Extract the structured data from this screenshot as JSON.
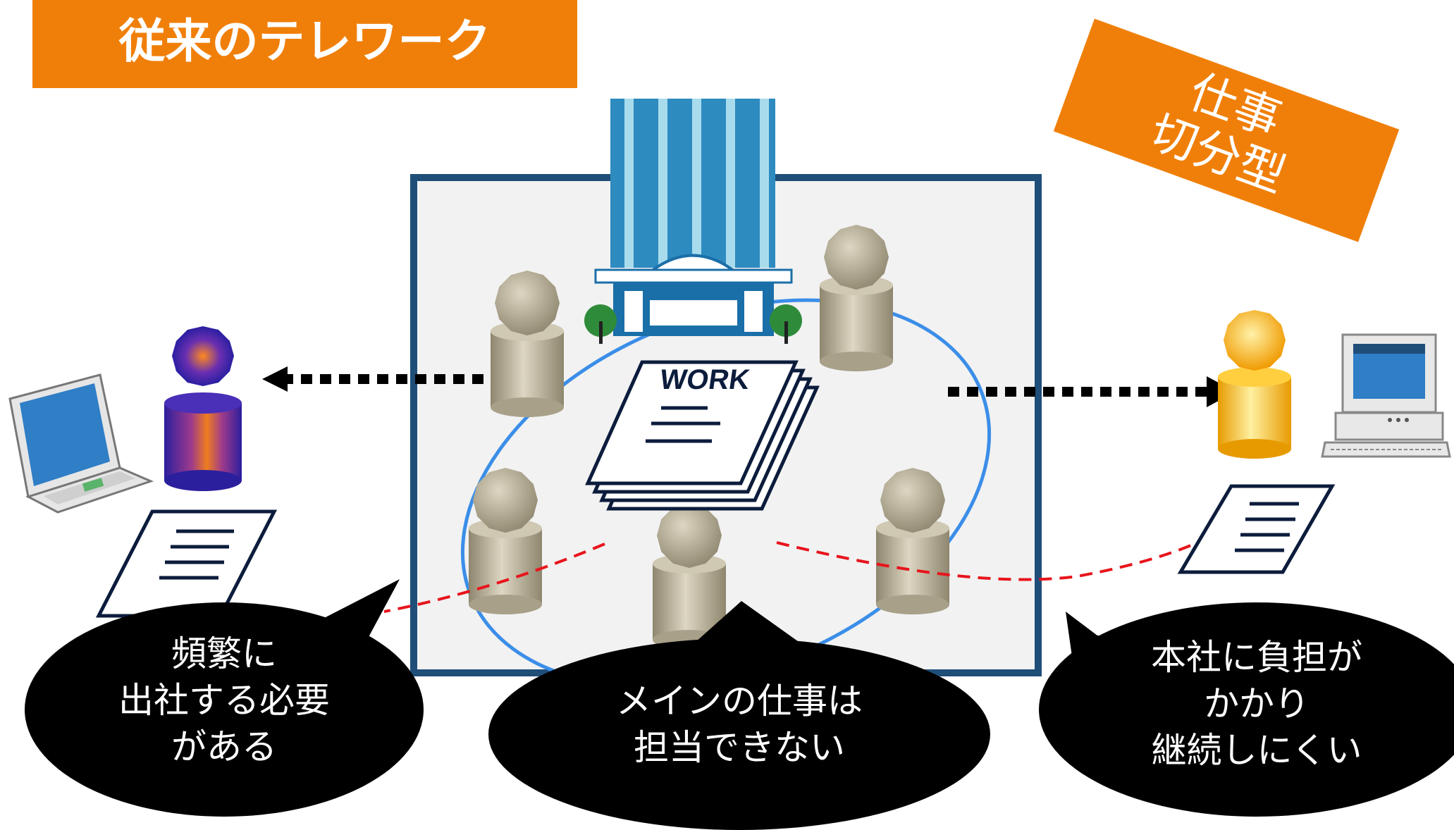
{
  "title": "従来のテレワーク",
  "tag": {
    "lines": [
      "仕事",
      "切分型"
    ]
  },
  "work_label": "WORK",
  "bubbles": {
    "left": {
      "lines": [
        "頻繁に",
        "出社する必要",
        "がある"
      ]
    },
    "center": {
      "lines": [
        "メインの仕事は",
        "担当できない"
      ]
    },
    "right": {
      "lines": [
        "本社に負担が",
        "かかり",
        "継続しにくい"
      ]
    }
  },
  "colors": {
    "orange": "#f07f09",
    "navy": "#1f4e79",
    "office_bg": "#f2f2f2",
    "ring": "#3b8ee8",
    "building": "#2e8bc0",
    "red_dashed": "#e8141c",
    "callout": "#000000"
  },
  "icons": [
    "office-building-icon",
    "worker-icon",
    "document-icon",
    "laptop-icon",
    "desktop-computer-icon",
    "tree-icon",
    "arrow-icon"
  ]
}
